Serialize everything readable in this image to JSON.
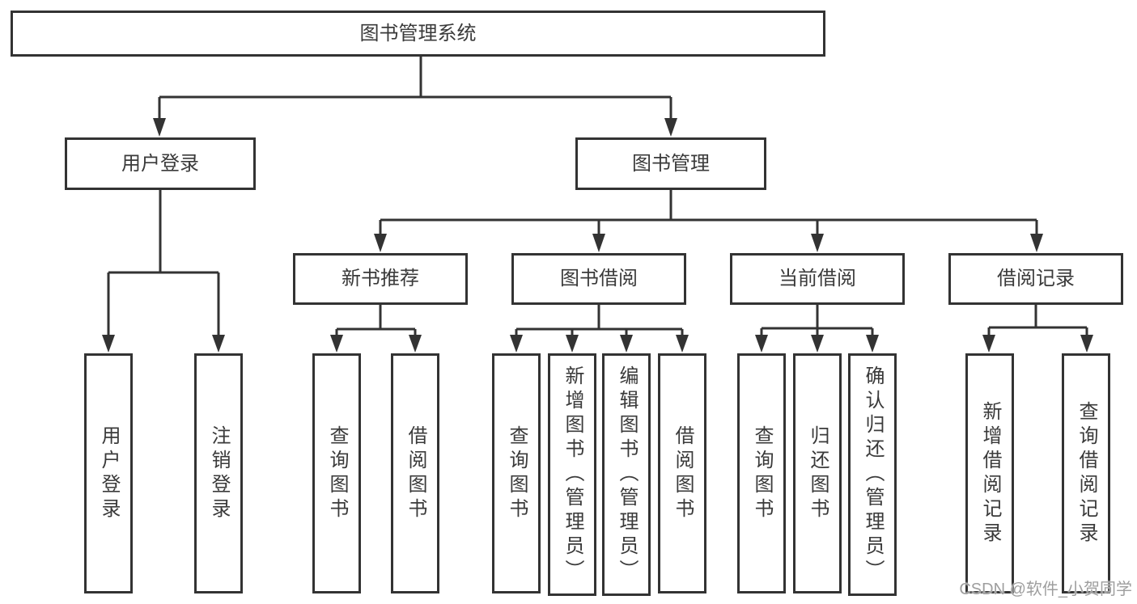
{
  "colors": {
    "line": "#333333",
    "text": "#3a3a3a",
    "watermark": "#9e9e9e",
    "background": "#ffffff"
  },
  "nodes": {
    "root": {
      "label": "图书管理系统"
    },
    "user_login": {
      "label": "用户登录"
    },
    "book_mgmt": {
      "label": "图书管理"
    },
    "new_book_rec": {
      "label": "新书推荐"
    },
    "book_borrow": {
      "label": "图书借阅"
    },
    "current_borrow": {
      "label": "当前借阅"
    },
    "borrow_records": {
      "label": "借阅记录"
    },
    "leaf_user_login": {
      "label": "用户登录"
    },
    "leaf_logout": {
      "label": "注销登录"
    },
    "leaf_rec_query": {
      "label": "查询图书"
    },
    "leaf_rec_borrow": {
      "label": "借阅图书"
    },
    "leaf_bb_query": {
      "label": "查询图书"
    },
    "leaf_bb_add": {
      "label": "新增图书（管理员）"
    },
    "leaf_bb_edit": {
      "label": "编辑图书（管理员）"
    },
    "leaf_bb_borrow": {
      "label": "借阅图书"
    },
    "leaf_cb_query": {
      "label": "查询图书"
    },
    "leaf_cb_return": {
      "label": "归还图书"
    },
    "leaf_cb_confirm": {
      "label": "确认归还（管理员）"
    },
    "leaf_br_add": {
      "label": "新增借阅记录"
    },
    "leaf_br_query": {
      "label": "查询借阅记录"
    }
  },
  "watermark": {
    "text": "CSDN @软件_小贺同学"
  }
}
